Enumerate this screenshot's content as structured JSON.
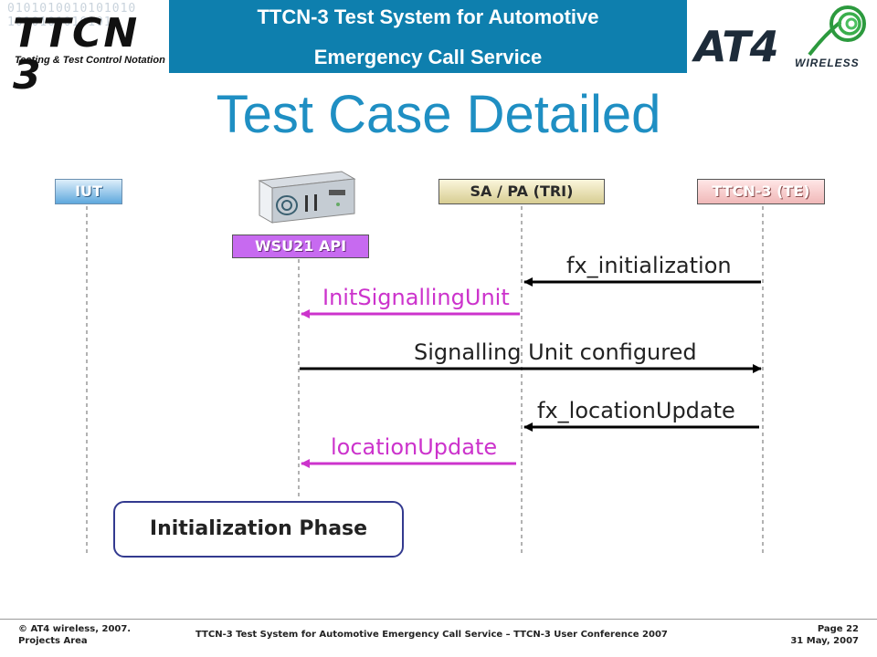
{
  "header": {
    "left_logo": {
      "text": "TTCN 3",
      "tagline": "Testing & Test Control Notation",
      "binary": "0101010010101010\n1010101010101"
    },
    "title_line1": "TTCN-3 Test System for Automotive",
    "title_line2": "Emergency Call Service",
    "right_logo": {
      "text": "AT4",
      "subtext": "WIRELESS"
    }
  },
  "page_title": "Test Case Detailed",
  "lifelines": {
    "iut": "IUT",
    "wsu": "WSU21 API",
    "sapa": "SA / PA (TRI)",
    "ttcn": "TTCN-3 (TE)"
  },
  "messages": [
    {
      "label": "fx_initialization",
      "from": "ttcn",
      "to": "sapa",
      "color": "#000000"
    },
    {
      "label": "InitSignallingUnit",
      "from": "sapa",
      "to": "wsu",
      "color": "#cc33cc"
    },
    {
      "label": "Signalling Unit configured",
      "from": "wsu",
      "to": "ttcn",
      "color": "#000000"
    },
    {
      "label": "fx_locationUpdate",
      "from": "ttcn",
      "to": "sapa",
      "color": "#000000"
    },
    {
      "label": "locationUpdate",
      "from": "sapa",
      "to": "wsu",
      "color": "#cc33cc"
    }
  ],
  "phase_label": "Initialization Phase",
  "footer": {
    "copyright": "© AT4 wireless, 2007.",
    "area": "Projects Area",
    "center": "TTCN-3 Test System for Automotive Emergency Call Service – TTCN-3 User Conference 2007",
    "page": "Page 22",
    "date": "31 May, 2007"
  },
  "colors": {
    "banner": "#0e7fae",
    "title": "#1f8fc3",
    "magenta": "#cc33cc",
    "wsu_box": "#c76af0"
  }
}
